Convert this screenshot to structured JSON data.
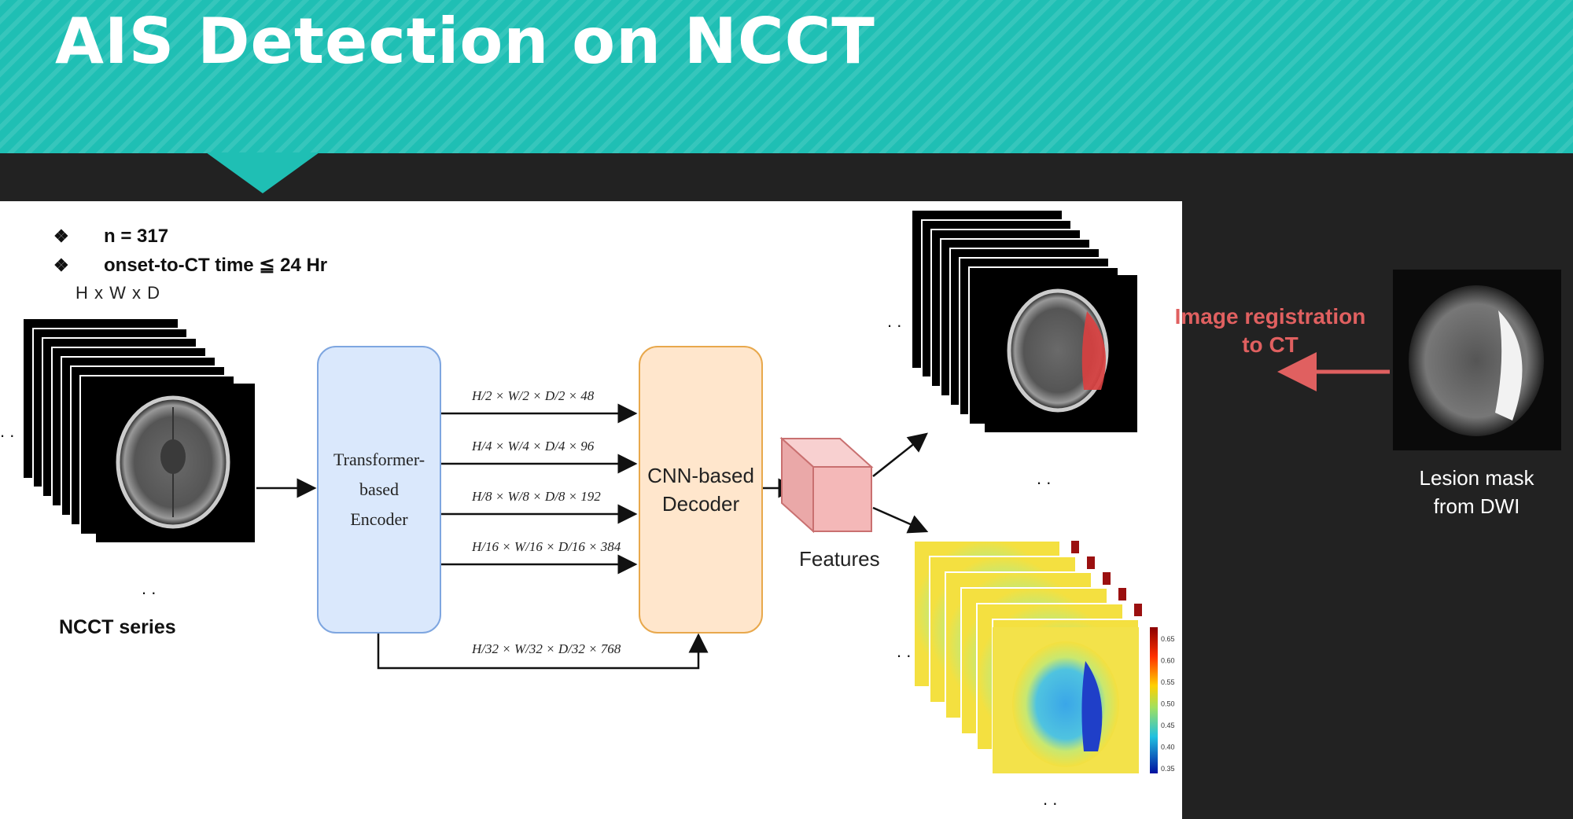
{
  "header": {
    "title": "AIS Detection on NCCT"
  },
  "bullets": [
    {
      "mark": "❖",
      "text": "n = 317"
    },
    {
      "mark": "❖",
      "text": "onset-to-CT time ≦ 24 Hr"
    }
  ],
  "input": {
    "dims_label": "H x W x D",
    "series_label": "NCCT series"
  },
  "encoder": {
    "label": "Transformer-\nbased\nEncoder"
  },
  "decoder": {
    "label": "CNN-based\nDecoder"
  },
  "skip_connections": [
    {
      "label": "H/2 × W/2 × D/2 × 48"
    },
    {
      "label": "H/4 × W/4 × D/4 × 96"
    },
    {
      "label": "H/8 × W/8 × D/8 × 192"
    },
    {
      "label": "H/16 × W/16 × D/16 × 384"
    },
    {
      "label": "H/32 × W/32 × D/32 × 768"
    }
  ],
  "features": {
    "label": "Features"
  },
  "registration": {
    "label": "Image registration\nto CT"
  },
  "lesion": {
    "label": "Lesion  mask\nfrom DWI"
  },
  "colorbar": {
    "ticks": [
      "0.65",
      "0.60",
      "0.55",
      "0.50",
      "0.45",
      "0.40",
      "0.35"
    ]
  },
  "colors": {
    "header_teal": "#1fbfb4",
    "encoder_fill": "#dae8fc",
    "decoder_fill": "#ffe6cc",
    "feature_cube": "#f4b8b8",
    "lesion_red": "#e04545",
    "registration_text": "#e06060"
  }
}
